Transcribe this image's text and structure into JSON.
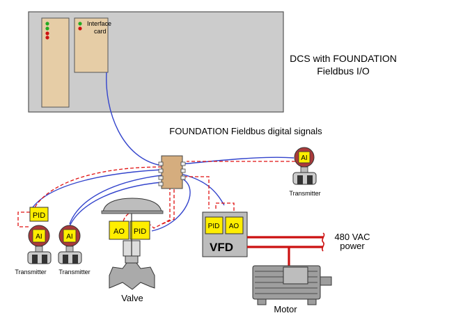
{
  "dcs": {
    "title_line1": "DCS with FOUNDATION",
    "title_line2": "Fieldbus I/O",
    "card_label_line1": "Interface",
    "card_label_line2": "card"
  },
  "bus_label": "FOUNDATION Fieldbus digital signals",
  "blocks": {
    "pid": "PID",
    "ai": "AI",
    "ao": "AO"
  },
  "labels": {
    "transmitter": "Transmitter",
    "valve": "Valve",
    "vfd": "VFD",
    "power_line1": "480 VAC",
    "power_line2": "power",
    "motor": "Motor"
  },
  "colors": {
    "bus_wire": "#3344cc",
    "signal_path": "#e01010",
    "power_wire": "#cc1111",
    "block_fill": "#ffee00",
    "dcs_fill": "#cccccc",
    "card_fill": "#e6cda6",
    "led_green": "#22aa22",
    "led_red": "#cc1111"
  }
}
